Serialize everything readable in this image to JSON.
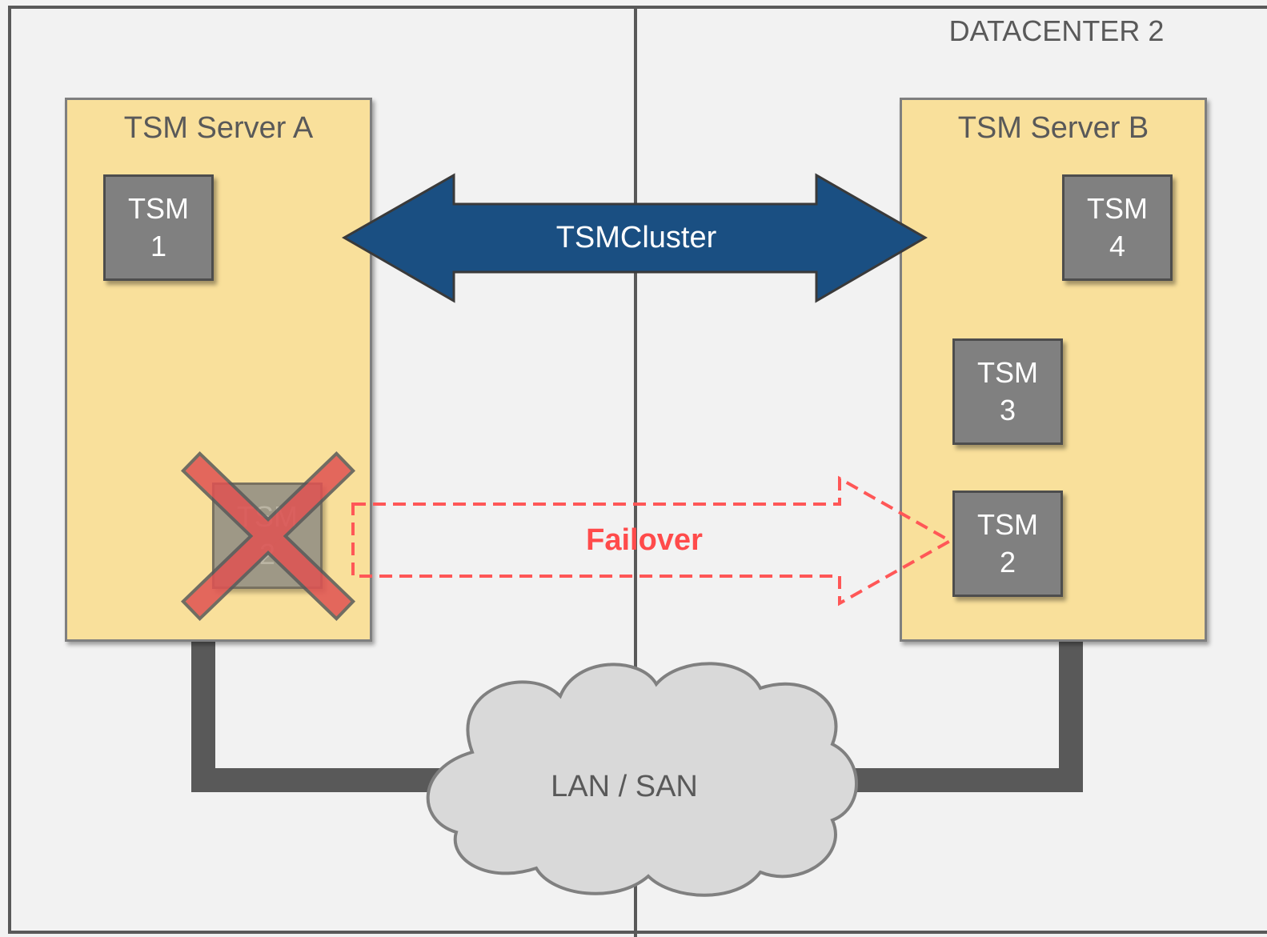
{
  "datacenter": {
    "label": "DATACENTER 2"
  },
  "server_a": {
    "title": "TSM Server A",
    "instances": [
      {
        "line1": "TSM",
        "line2": "1"
      },
      {
        "line1": "TSM",
        "line2": "2",
        "status": "failed"
      }
    ]
  },
  "server_b": {
    "title": "TSM Server B",
    "instances": [
      {
        "line1": "TSM",
        "line2": "4"
      },
      {
        "line1": "TSM",
        "line2": "3"
      },
      {
        "line1": "TSM",
        "line2": "2"
      }
    ]
  },
  "cluster": {
    "label": "TSMCluster"
  },
  "failover": {
    "label": "Failover"
  },
  "network": {
    "label": "LAN / SAN"
  },
  "colors": {
    "server_fill": "#f9e09b",
    "instance_fill": "#808080",
    "cluster_arrow": "#1a4f82",
    "failover": "#ff4b4b",
    "cloud": "#d9d9d9",
    "lines": "#595959"
  }
}
